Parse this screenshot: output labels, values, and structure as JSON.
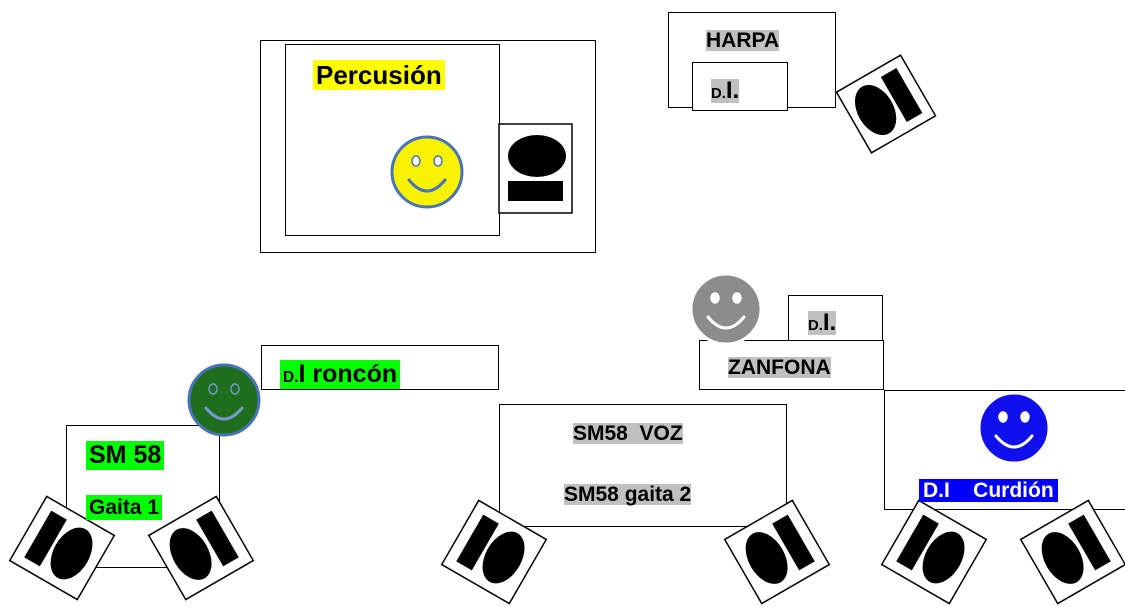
{
  "colors": {
    "yellow_highlight": "#ffff00",
    "green_highlight": "#00ff00",
    "gray_highlight": "#c0c0c0",
    "blue_highlight": "#0000ff",
    "yellow_face": "#f6f200",
    "green_face": "#1e6e1e",
    "gray_face": "#8c8c8c",
    "blue_face": "#1010ee"
  },
  "labels": {
    "percusion": "Percusión",
    "harpa": "HARPA",
    "harpa_di_prefix": "D.",
    "harpa_di_main": "I.",
    "roncon_prefix": "D.",
    "roncon_main": "I roncón",
    "zanfona_di_prefix": "D.",
    "zanfona_di_main": "I.",
    "zanfona": "ZANFONA",
    "sm58_voz": "SM58  VOZ",
    "sm58_gaita2": "SM58 gaita 2",
    "sm58": "SM 58",
    "gaita1": "Gaita 1",
    "di_curdion": "D.I    Curdión"
  },
  "icons": {
    "musician": "smiley-face-icon",
    "monitor": "stage-monitor-wedge-icon"
  }
}
